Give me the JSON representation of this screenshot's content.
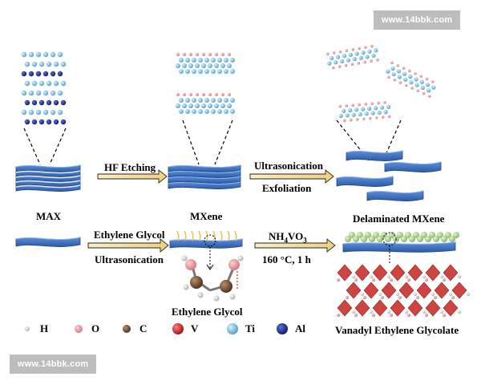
{
  "watermark": {
    "top_right": "www.14bbk.com",
    "bottom_left": "www.14bbk.com"
  },
  "steps": {
    "hf_etching": "HF Etching",
    "ultrasonication": "Ultrasonication",
    "exfoliation": "Exfoliation",
    "ethylene_glycol": "Ethylene Glycol",
    "ultrasonication2": "Ultrasonication",
    "nh4vo3_prefix": "NH",
    "nh4vo3_sub1": "4",
    "nh4vo3_mid": "VO",
    "nh4vo3_sub2": "3",
    "conditions": "160 °C, 1 h"
  },
  "materials": {
    "max": "MAX",
    "mxene": "MXene",
    "delaminated": "Delaminated MXene",
    "ethylene_glycol": "Ethylene Glycol",
    "vanadyl": "Vanadyl Ethylene Glycolate"
  },
  "legend": [
    {
      "symbol": "H",
      "color": "#d9d9d9"
    },
    {
      "symbol": "O",
      "color": "#e89a9a"
    },
    {
      "symbol": "C",
      "color": "#6b4a35"
    },
    {
      "symbol": "V",
      "color": "#cc1f1f"
    },
    {
      "symbol": "Ti",
      "color": "#6fb7d9"
    },
    {
      "symbol": "Al",
      "color": "#1a2a8c"
    }
  ],
  "colors": {
    "sheet": "#3f77c9",
    "arrow": "#f5dfa0",
    "ti": "#6fb7d9",
    "al": "#1a2a8c",
    "oxide": "#e08a3a",
    "vanadyl": "#c9302c",
    "green": "#a8d08d"
  }
}
